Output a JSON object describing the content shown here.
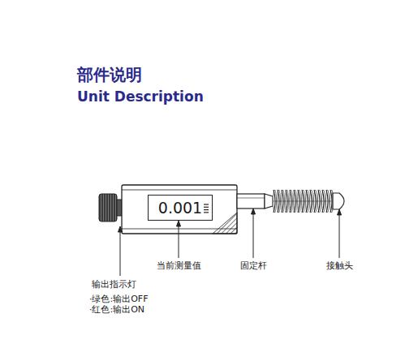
{
  "diagram": {
    "title": "部件说明",
    "nodes": [
      {
        "text": [
          "0.001"
        ]
      }
    ],
    "labels": [
      "Unit Description",
      "当前测量值",
      "固定杆",
      "接触头",
      "输出指示灯",
      "·绿色:输出OFF",
      "·红色:输出ON"
    ]
  }
}
